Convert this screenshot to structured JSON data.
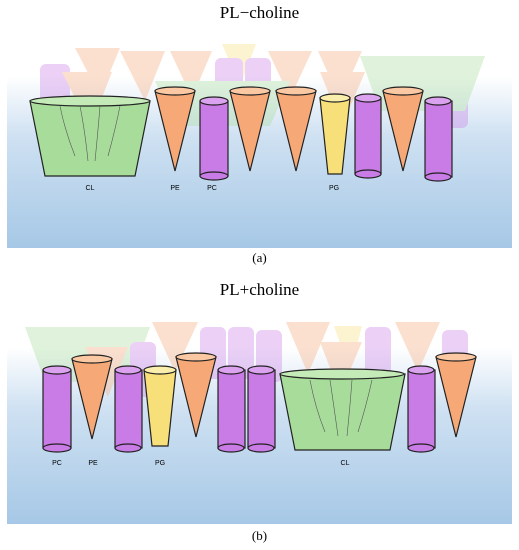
{
  "panels": [
    {
      "title": "PL−choline",
      "label": "(a)",
      "labels": {
        "cl": "CL",
        "pe": "PE",
        "pc": "PC",
        "pg": "PG"
      }
    },
    {
      "title": "PL+choline",
      "label": "(b)",
      "labels": {
        "pc": "PC",
        "pe": "PE",
        "pg": "PG",
        "cl": "CL"
      }
    }
  ],
  "colors": {
    "cl_fill": "#a8dc9a",
    "pe_fill": "#f7a877",
    "pc_fill": "#c97be6",
    "pg_fill": "#f7e07a",
    "outline": "#222222",
    "membrane_top": "#ffffff",
    "membrane_bottom": "#a6c8e6"
  }
}
